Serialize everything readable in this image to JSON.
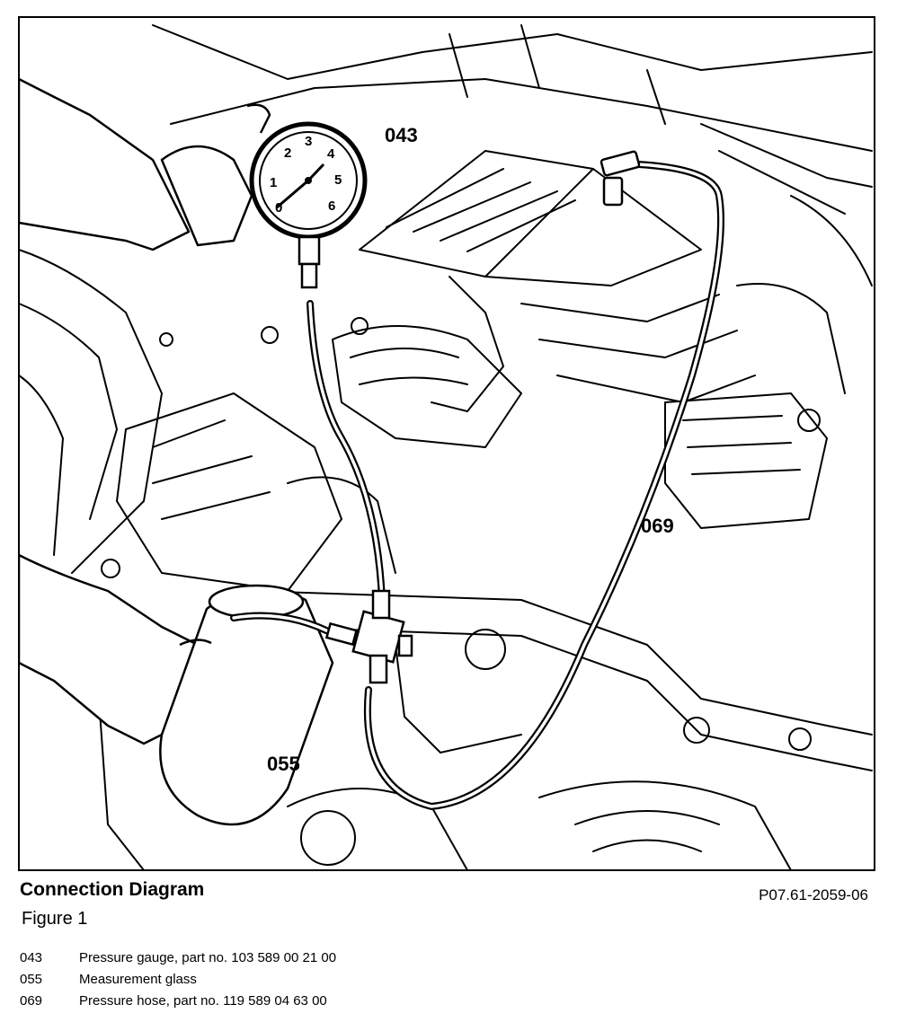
{
  "caption": {
    "title": "Connection Diagram",
    "subtitle": "Figure 1",
    "reference": "P07.61-2059-06"
  },
  "callouts": {
    "gauge": "043",
    "glass": "055",
    "hose": "069"
  },
  "gauge_scale": [
    "0",
    "1",
    "2",
    "3",
    "4",
    "5",
    "6"
  ],
  "legend": [
    {
      "number": "043",
      "text": "Pressure gauge, part no. 103 589 00 21 00"
    },
    {
      "number": "055",
      "text": "Measurement glass"
    },
    {
      "number": "069",
      "text": "Pressure hose, part no. 119 589 04 63 00"
    }
  ]
}
